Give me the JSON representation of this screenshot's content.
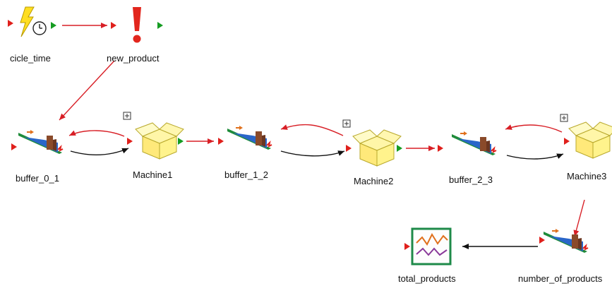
{
  "colors": {
    "arrow_red": "#d81f26",
    "arrow_black": "#111111",
    "port_in": "#e0201c",
    "port_out": "#159c22",
    "box_fill": "#fff48c",
    "box_stroke": "#b9a92d",
    "ramp_green": "#1f8c3a",
    "ramp_blue": "#2a66c9",
    "block_brown": "#8a4a2a",
    "chart_border": "#1e8a49"
  },
  "blocks": {
    "cycle_time": {
      "label": "cicle_time",
      "icon": "clock-lightning-icon"
    },
    "new_product": {
      "label": "new_product",
      "icon": "exclamation-icon"
    },
    "buffer_0_1": {
      "label": "buffer_0_1",
      "icon": "ramp-buffer-icon"
    },
    "machine1": {
      "label": "Machine1",
      "icon": "box-icon"
    },
    "buffer_1_2": {
      "label": "buffer_1_2",
      "icon": "ramp-buffer-icon"
    },
    "machine2": {
      "label": "Machine2",
      "icon": "box-icon"
    },
    "buffer_2_3": {
      "label": "buffer_2_3",
      "icon": "ramp-buffer-icon"
    },
    "machine3": {
      "label": "Machine3",
      "icon": "box-icon"
    },
    "number_of_products": {
      "label": "number_of_products",
      "icon": "ramp-buffer-icon"
    },
    "total_products": {
      "label": "total_products",
      "icon": "plot-icon"
    }
  },
  "expand_symbol": "⊞"
}
